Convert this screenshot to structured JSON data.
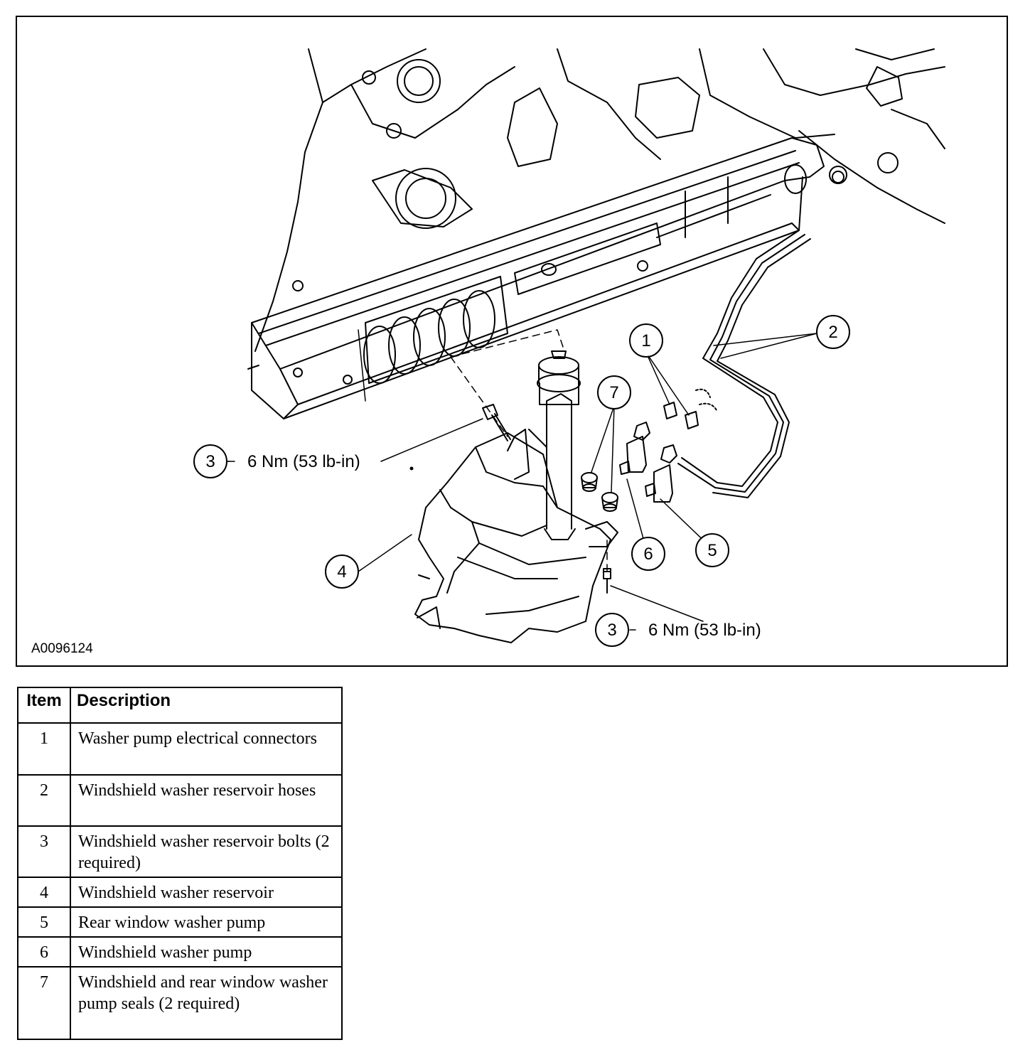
{
  "figure": {
    "id": "A0096124",
    "callouts": [
      {
        "number": "1"
      },
      {
        "number": "2"
      },
      {
        "number": "3",
        "torque": "6 Nm (53 lb-in)"
      },
      {
        "number": "3",
        "torque": "6 Nm (53 lb-in)"
      },
      {
        "number": "4"
      },
      {
        "number": "5"
      },
      {
        "number": "6"
      },
      {
        "number": "7"
      }
    ]
  },
  "legend_table": {
    "headers": [
      "Item",
      "Description"
    ],
    "rows": [
      {
        "item": "1",
        "description": "Washer pump electrical connectors"
      },
      {
        "item": "2",
        "description": "Windshield washer reservoir hoses"
      },
      {
        "item": "3",
        "description": "Windshield washer reservoir bolts (2 required)"
      },
      {
        "item": "4",
        "description": "Windshield washer reservoir"
      },
      {
        "item": "5",
        "description": "Rear window washer pump"
      },
      {
        "item": "6",
        "description": "Windshield washer pump"
      },
      {
        "item": "7",
        "description": "Windshield and rear window washer pump seals (2 required)"
      }
    ]
  }
}
